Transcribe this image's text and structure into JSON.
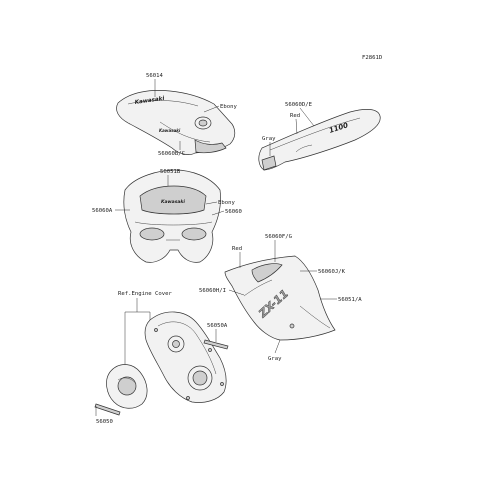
{
  "figure_code": "F2861D",
  "labels": {
    "p56014": "56014",
    "p56060bc": "56060B/C",
    "ebony_top": "Ebony",
    "p56060de": "56060D/E",
    "red_top": "Red",
    "gray_top": "Gray",
    "p56051b": "56051B",
    "p56060a": "56060A",
    "ebony_mid": "Ebony",
    "p56060": "56060",
    "red_mid": "Red",
    "p56060fg": "56060F/G",
    "p56060jk": "56060J/K",
    "p56060hi": "56060H/I",
    "p56051a": "56051/A",
    "gray_bottom": "Gray",
    "ref_engine_cover": "Ref.Engine Cover",
    "p56050a": "56050A",
    "p56050": "56050"
  },
  "logos": {
    "tank_brand": "Kawasaki",
    "tank_emblem": "Kawasaki",
    "cowl_brand": "Kawasaki",
    "tail_model": "1100",
    "fairing_model": "ZX-11"
  }
}
